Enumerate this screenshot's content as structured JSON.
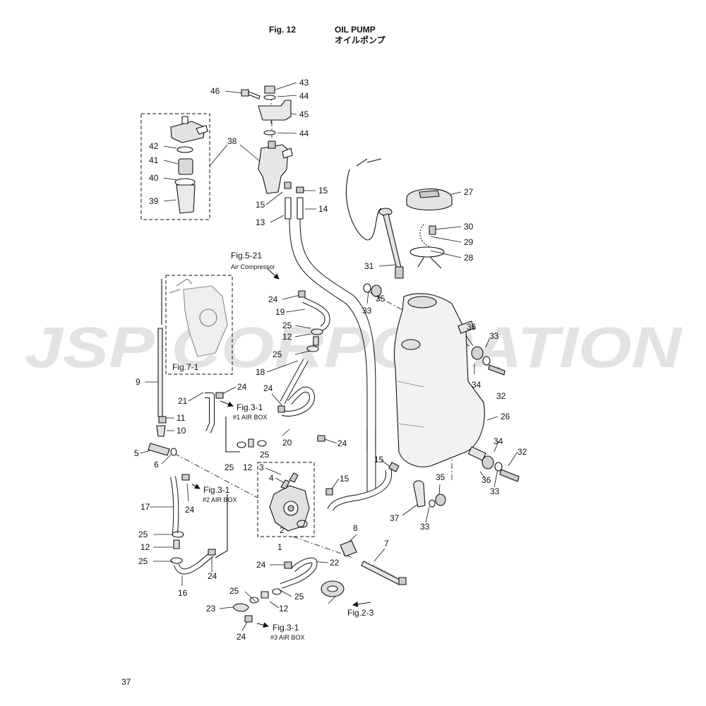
{
  "header": {
    "fig_label": "Fig. 12",
    "title_en": "OIL PUMP",
    "title_jp": "オイルポンプ"
  },
  "page_number": "37",
  "watermark": "JSP CORPORATION",
  "part_numbers": [
    "1",
    "2",
    "3",
    "4",
    "5",
    "6",
    "7",
    "8",
    "9",
    "10",
    "11",
    "12",
    "13",
    "14",
    "15",
    "16",
    "17",
    "18",
    "19",
    "20",
    "21",
    "22",
    "23",
    "24",
    "25",
    "26",
    "27",
    "28",
    "29",
    "30",
    "31",
    "32",
    "33",
    "34",
    "35",
    "36",
    "37",
    "38",
    "39",
    "40",
    "41",
    "42",
    "43",
    "44",
    "45",
    "46"
  ],
  "references": {
    "fig5_21": "Fig.5-21",
    "air_compressor": "Air Compressor",
    "fig7_1": "Fig.7-1",
    "fig3_1": "Fig.3-1",
    "air_box_1": "#1 AIR BOX",
    "air_box_2": "#2 AIR BOX",
    "air_box_3": "#3 AIR BOX",
    "fig2_3": "Fig.2-3"
  },
  "colors": {
    "ink": "#111111",
    "watermark": "#e3e3e3",
    "part_fill": "#d9d9d9"
  }
}
